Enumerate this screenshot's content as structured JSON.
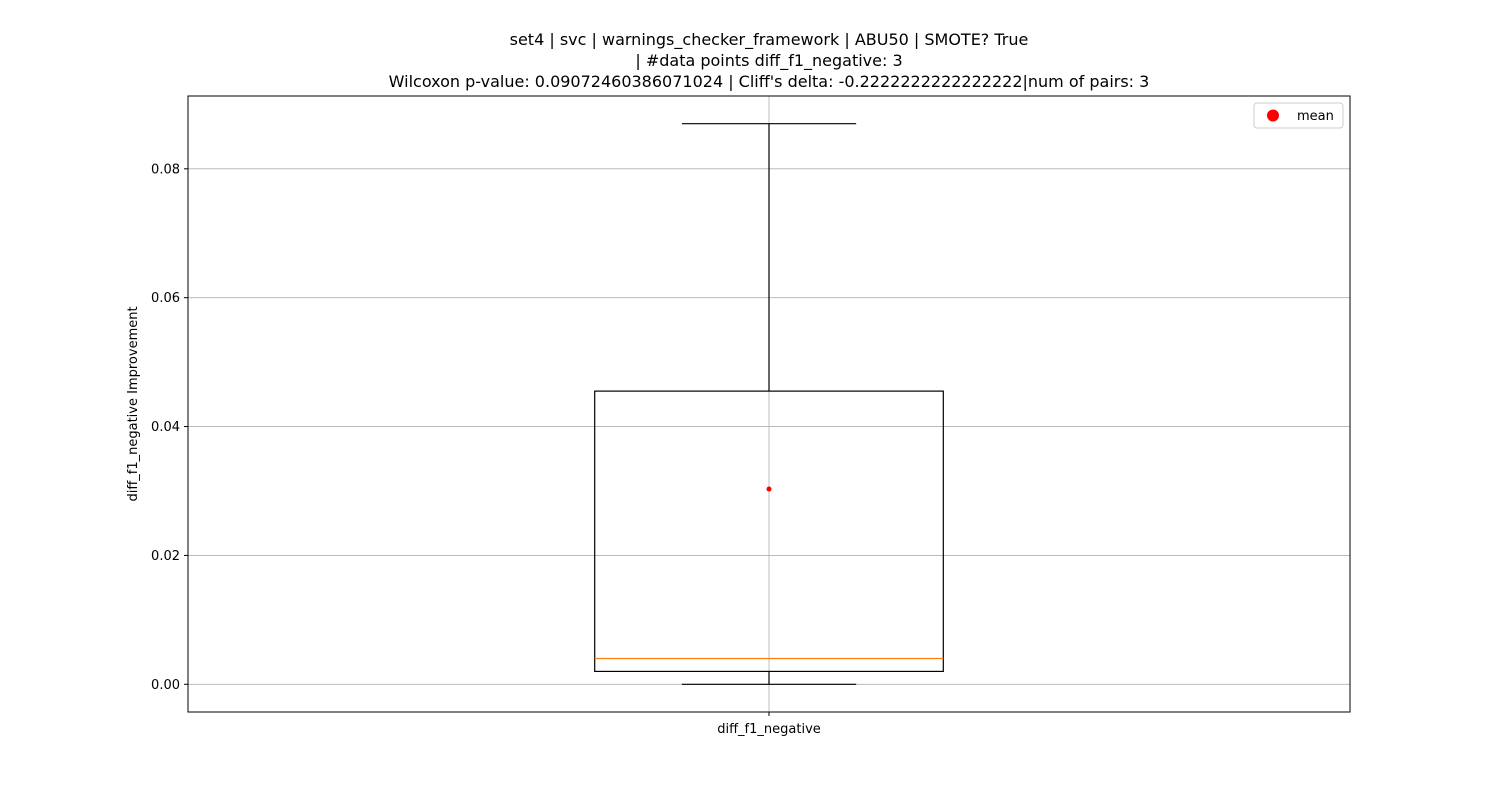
{
  "chart_data": {
    "type": "box",
    "title_lines": [
      "set4 | svc | warnings_checker_framework | ABU50 | SMOTE? True",
      "| #data points diff_f1_negative: 3",
      "Wilcoxon p-value: 0.09072460386071024 | Cliff's delta: -0.2222222222222222|num of pairs: 3"
    ],
    "xlabel": "",
    "ylabel": "diff_f1_negative Improvement",
    "categories": [
      "diff_f1_negative"
    ],
    "ylim": [
      -0.0043,
      0.0913
    ],
    "yticks": [
      0.0,
      0.02,
      0.04,
      0.06,
      0.08
    ],
    "ytick_labels": [
      "0.00",
      "0.02",
      "0.04",
      "0.06",
      "0.08"
    ],
    "grid": true,
    "boxes": [
      {
        "name": "diff_f1_negative",
        "whisker_low": 0.0,
        "q1": 0.002,
        "median": 0.004,
        "q3": 0.0455,
        "whisker_high": 0.087,
        "mean": 0.0303
      }
    ],
    "legend": {
      "position": "top-right",
      "entries": [
        "mean"
      ]
    },
    "colors": {
      "box": "#000000",
      "median": "#ff7f0e",
      "mean": "#ff0000",
      "grid": "#b0b0b0"
    }
  }
}
